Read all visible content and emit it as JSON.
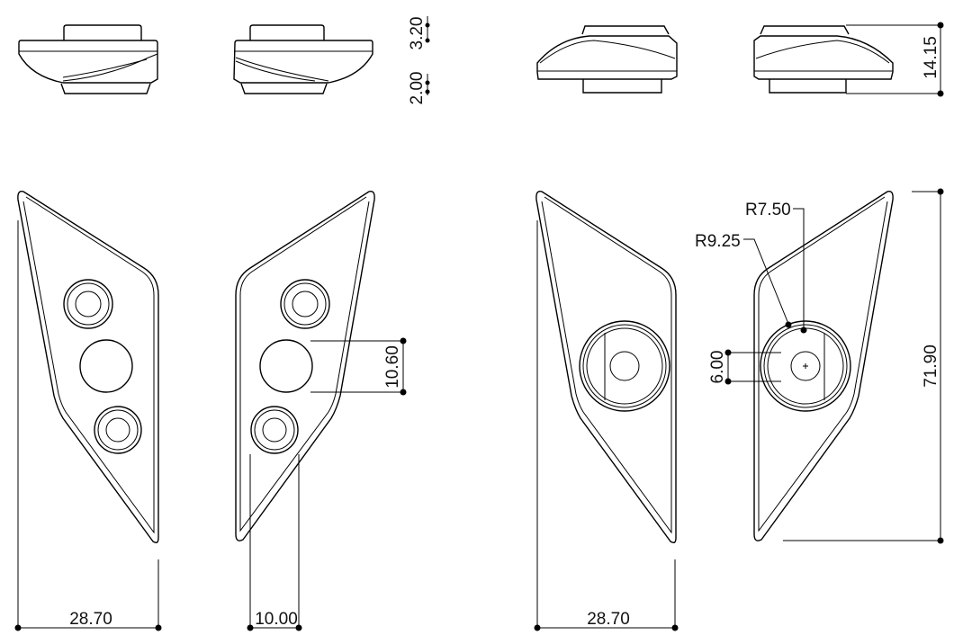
{
  "dimensions": {
    "left_width": "28.70",
    "slot_width": "10.00",
    "hole_spacing": "10.60",
    "top_thickness": "3.20",
    "bottom_thickness": "2.00",
    "right_width": "28.70",
    "total_height": "14.15",
    "plate_length": "71.90",
    "boss_offset": "6.00",
    "radius_inner": "R7.50",
    "radius_outer": "R9.25"
  },
  "colors": {
    "line": "#000000",
    "background": "#ffffff"
  }
}
